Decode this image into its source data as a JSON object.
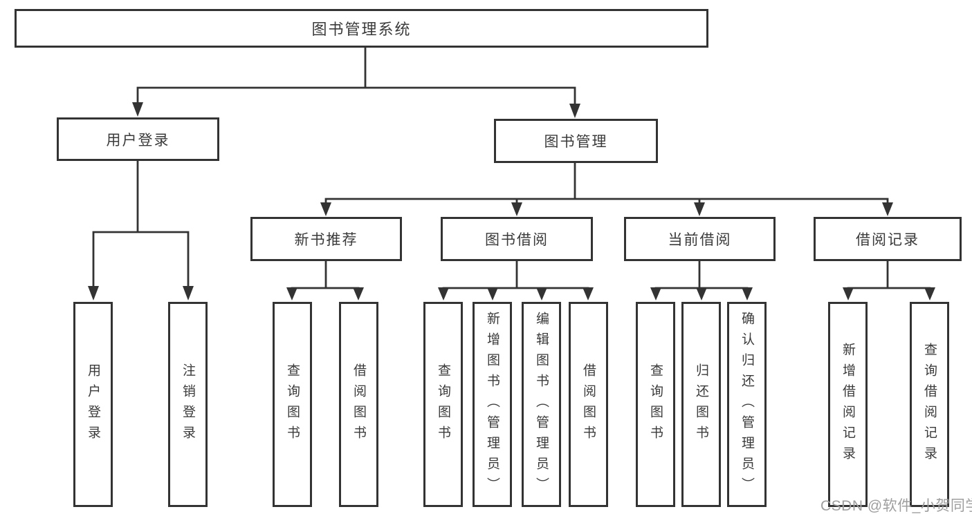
{
  "diagram_type": "hierarchy",
  "colors": {
    "line": "#333333",
    "box_border": "#333333",
    "box_fill": "#ffffff",
    "text": "#3a3a3a",
    "watermark": "#9e9e9e"
  },
  "tree": {
    "label": "图书管理系统",
    "children": [
      {
        "label": "用户登录",
        "children": [
          {
            "label": "用户登录"
          },
          {
            "label": "注销登录"
          }
        ]
      },
      {
        "label": "图书管理",
        "children": [
          {
            "label": "新书推荐",
            "children": [
              {
                "label": "查询图书"
              },
              {
                "label": "借阅图书"
              }
            ]
          },
          {
            "label": "图书借阅",
            "children": [
              {
                "label": "查询图书"
              },
              {
                "label": "新增图书（管理员）"
              },
              {
                "label": "编辑图书（管理员）"
              },
              {
                "label": "借阅图书"
              }
            ]
          },
          {
            "label": "当前借阅",
            "children": [
              {
                "label": "查询图书"
              },
              {
                "label": "归还图书"
              },
              {
                "label": "确认归还（管理员）"
              }
            ]
          },
          {
            "label": "借阅记录",
            "children": [
              {
                "label": "新增借阅记录"
              },
              {
                "label": "查询借阅记录"
              }
            ]
          }
        ]
      }
    ]
  },
  "watermark": {
    "text": "CSDN @软件_小贺同学"
  }
}
